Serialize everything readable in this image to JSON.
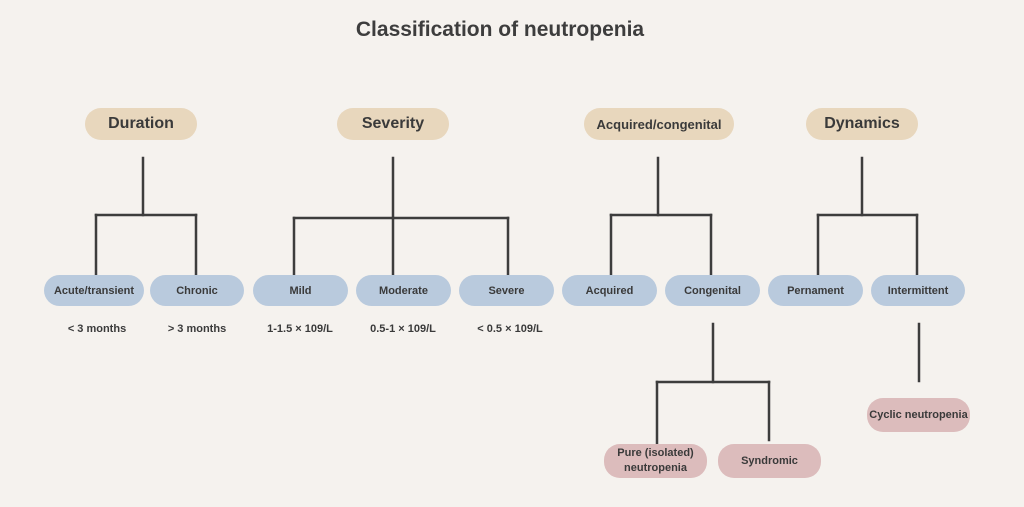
{
  "title": "Classification of neutropenia",
  "categories": {
    "duration": "Duration",
    "severity": "Severity",
    "acquired_congenital": "Acquired/congenital",
    "dynamics": "Dynamics"
  },
  "duration": {
    "acute": {
      "label": "Acute/transient",
      "note": "< 3 months"
    },
    "chronic": {
      "label": "Chronic",
      "note": "> 3 months"
    }
  },
  "severity": {
    "mild": {
      "label": "Mild",
      "note": "1-1.5 × 109/L"
    },
    "moderate": {
      "label": "Moderate",
      "note": "0.5-1 × 109/L"
    },
    "severe": {
      "label": "Severe",
      "note": "< 0.5 × 109/L"
    }
  },
  "origin": {
    "acquired": "Acquired",
    "congenital": "Congenital",
    "pure_line1": "Pure (isolated)",
    "pure_line2": "neutropenia",
    "syndromic": "Syndromic"
  },
  "dynamics": {
    "permanent": "Pernament",
    "intermittent": "Intermittent",
    "cyclic": "Cyclic neutropenia"
  },
  "colors": {
    "background": "#f5f2ee",
    "category": "#e8d7bd",
    "subcategory": "#b9cadd",
    "leaf": "#dcbcbc",
    "line": "#3d3d3d"
  }
}
